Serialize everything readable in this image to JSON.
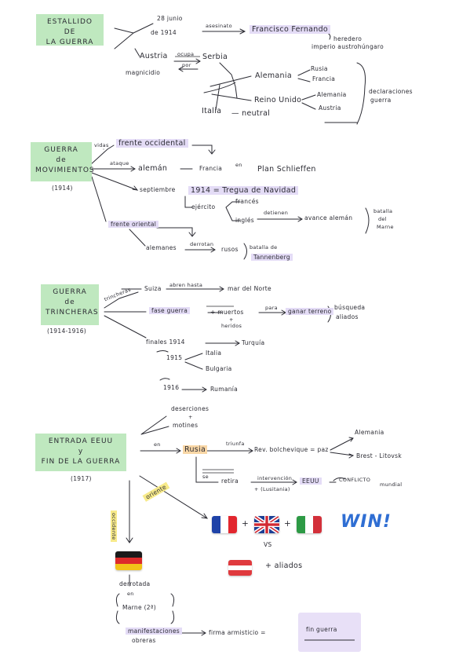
{
  "s1": {
    "title": [
      "ESTALLIDO DE",
      "LA GUERRA"
    ],
    "date1": "28 junio",
    "date2": "de 1914",
    "asesinato": "asesinato",
    "francisco": "Francisco Fernando",
    "heredero1": "heredero",
    "heredero2": "imperio austrohúngaro",
    "austria": "Austria",
    "ocupa": "ocupa",
    "por": "por",
    "serbia": "Serbia",
    "magnicidio": "magnicidio",
    "alemania": "Alemania",
    "rusia": "Rusia",
    "francia": "Francia",
    "reino_unido": "Reino Unido",
    "alemania2": "Alemania",
    "austria2": "Austria",
    "italia": "Italia",
    "neutral": "— neutral",
    "declaraciones1": "declaraciones",
    "declaraciones2": "guerra"
  },
  "s2": {
    "title": [
      "GUERRA",
      "de",
      "MOVIMIENTOS"
    ],
    "years": "(1914)",
    "vidas": "vidas",
    "frente_occ": "frente occidental",
    "ataque": "ataque",
    "aleman": "alemán",
    "francia": "Francia",
    "en": "en",
    "plan": "Plan Schlieffen",
    "septiembre": "septiembre",
    "tregua": "1914 = Tregua de Navidad",
    "ejercito": "ejército",
    "frances": "francés",
    "ingles": "inglés",
    "detienen": "detienen",
    "avance": "avance alemán",
    "batalla1": "batalla",
    "batalla2": "del",
    "batalla3": "Marne",
    "frente_or": "frente oriental",
    "alemanes": "alemanes",
    "derrotan": "derrotan",
    "rusos": "rusos",
    "tann1": "batalla de",
    "tann2": "Tannenberg"
  },
  "s3": {
    "title": [
      "GUERRA",
      "de",
      "TRINCHERAS"
    ],
    "years": "(1914-1916)",
    "trincheras": "trincheras",
    "suiza": "Suiza",
    "abren": "abren hasta",
    "mar": "mar del Norte",
    "fase": "fase guerra",
    "muertos": "+ muertos",
    "mas": "+",
    "heridos": "heridos",
    "para": "para",
    "ganar": "ganar terreno",
    "busqueda1": "búsqueda",
    "busqueda2": "aliados",
    "finales": "finales 1914",
    "turquia": "Turquía",
    "y1915": "1915",
    "italia": "Italia",
    "bulgaria": "Bulgaria",
    "y1916": "1916",
    "rumania": "Rumanía"
  },
  "s4": {
    "title": [
      "ENTRADA EEUU",
      "y",
      "FIN DE LA GUERRA"
    ],
    "years": "(1917)",
    "deserciones": "deserciones",
    "mas": "+",
    "motines": "motines",
    "en": "en",
    "rusia": "Rusia",
    "triunfa": "triunfa",
    "rev": "Rev. bolchevique = paz",
    "alemania": "Alemania",
    "brest": "Brest - Litovsk",
    "se": "se",
    "retira": "retira",
    "intervencion": "intervención",
    "lusitania": "+ (Lusitania)",
    "eeuu": "EEUU",
    "conflicto1": "CONFLICTO",
    "conflicto2": "mundial",
    "occidente": "occidente",
    "oriente": "oriente",
    "win": "WIN!",
    "vs": "VS",
    "aliados": "+ aliados",
    "derrotada": "derrotada",
    "en2": "en",
    "marne": "Marne (2ª)",
    "manif1": "manifestaciones",
    "manif2": "obreras",
    "firma": "firma armisticio =",
    "fin": "fin guerra"
  },
  "colors": {
    "title_bg": "#bfe8bf",
    "highlight_purple": "#e4dcf6",
    "highlight_yellow": "#f7ea8a",
    "ink": "#2b2b33",
    "win_blue": "#2f6ed3"
  }
}
